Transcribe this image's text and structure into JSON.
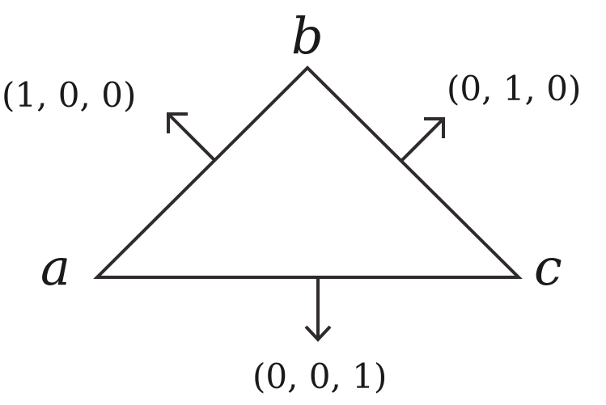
{
  "vertices": {
    "a": "a",
    "b": "b",
    "c": "c"
  },
  "normals": {
    "left_edge": "(1, 0, 0)",
    "right_edge": "(0, 1, 0)",
    "bottom_edge": "(0, 0, 1)"
  },
  "colors": {
    "stroke": "#2f2a2b",
    "text": "#1a1a1a",
    "background": "#ffffff"
  }
}
